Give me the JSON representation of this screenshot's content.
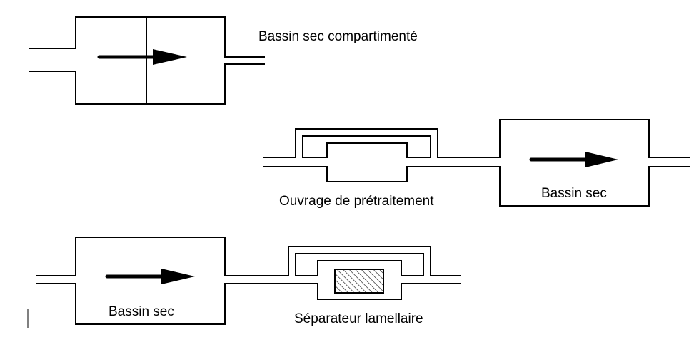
{
  "labels": {
    "compartmented_basin": "Bassin sec compartimenté",
    "pretreatment_structure": "Ouvrage de prétraitement",
    "dry_basin_middle": "Bassin sec",
    "dry_basin_bottom": "Bassin sec",
    "lamellar_separator": "Séparateur lamellaire"
  },
  "colors": {
    "line": "#000000",
    "background": "#ffffff"
  }
}
